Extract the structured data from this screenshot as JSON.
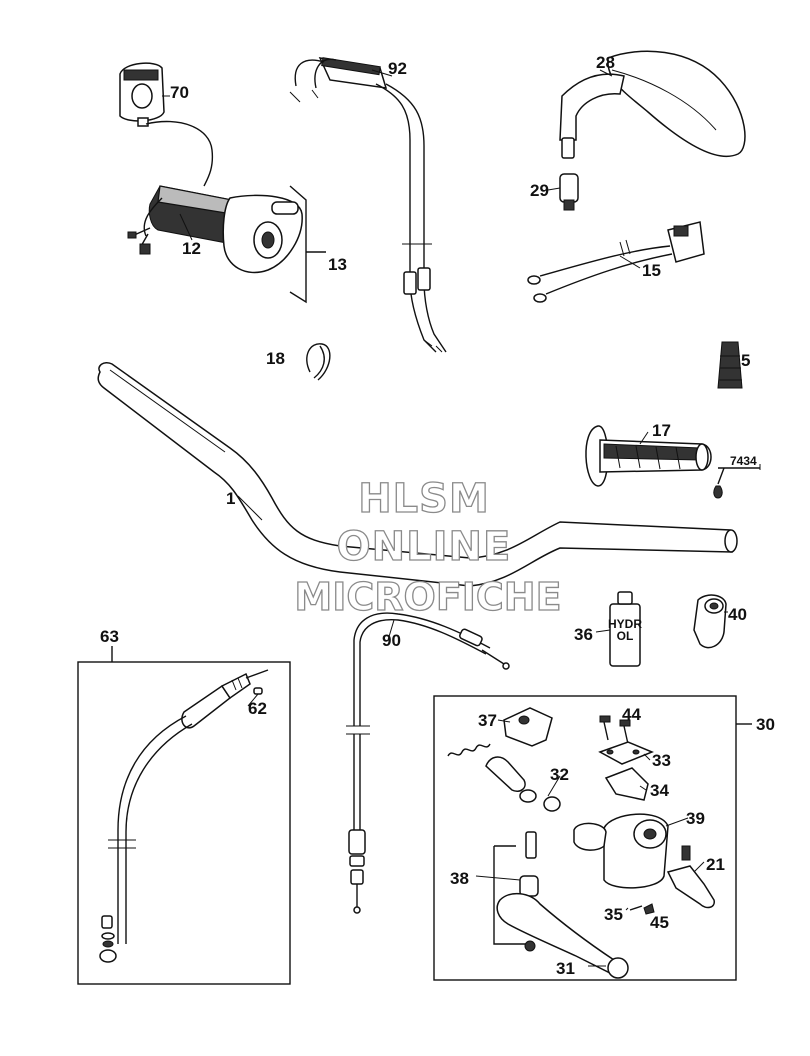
{
  "watermark": {
    "line1": "HLSM",
    "line2": "ONLINE",
    "line3": "MICROFICHE"
  },
  "callouts": {
    "p1": "1",
    "p5": "5",
    "p12": "12",
    "p13": "13",
    "p15": "15",
    "p17": "17",
    "p18": "18",
    "p21": "21",
    "p28": "28",
    "p29": "29",
    "p30": "30",
    "p31": "31",
    "p32": "32",
    "p33": "33",
    "p34": "34",
    "p35": "35",
    "p36": "36",
    "p37": "37",
    "p38": "38",
    "p39": "39",
    "p40": "40",
    "p44": "44",
    "p45": "45",
    "p62": "62",
    "p63": "63",
    "p70": "70",
    "p90": "90",
    "p92": "92",
    "p7434": "7434"
  },
  "bottle_label": {
    "line1": "HYDR",
    "line2": "OL"
  }
}
